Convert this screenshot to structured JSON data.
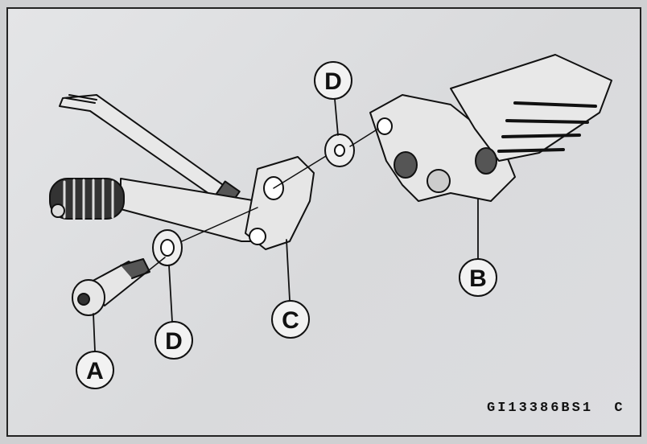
{
  "callouts": {
    "d_top": "D",
    "b": "B",
    "c": "C",
    "d_bottom": "D",
    "a": "A"
  },
  "figure_code": "GI13386BS1  C"
}
